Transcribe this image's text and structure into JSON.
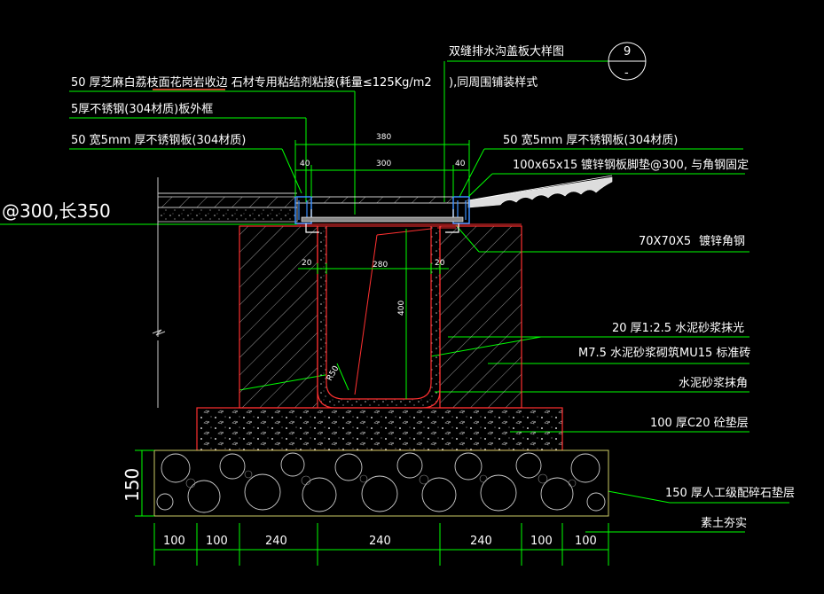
{
  "drawing": {
    "callout_title": "双缝排水沟盖板大样图",
    "callout_title_2": "),同周围铺装样式",
    "callout_number": "9",
    "callout_sub": "-"
  },
  "notes": {
    "stone_edge": "50 厚芝麻白荔枝面花岗岩收边 石材专用粘结剂粘接(耗量≤125Kg/m2",
    "steel_frame": "5厚不锈钢(304材质)板外框",
    "steel_plate_left": "50 宽5mm 厚不锈钢板(304材质)",
    "steel_plate_right": "50 宽5mm 厚不锈钢板(304材质)",
    "base_plate": "100x65x15",
    "base_plate_desc": "镀锌钢板脚垫@300, 与角钢固定",
    "spacing": "@300,长350",
    "angle_steel": "70X70X5",
    "angle_steel_desc": "镀锌角钢",
    "mortar_finish": "20 厚1:2.5 水泥砂浆抹光",
    "brick": "M7.5 水泥砂浆砌筑MU15 标准砖",
    "mortar_corner": "水泥砂浆抹角",
    "concrete": "100 厚C20 砼垫层",
    "gravel": "150 厚人工级配碎石垫层",
    "soil": "素土夯实"
  },
  "dims": {
    "top_total": "380",
    "top_inner": "300",
    "top_left": "40",
    "top_right": "40",
    "wall_plaster": "20",
    "channel_width": "280",
    "channel_depth": "400",
    "corner_radius": "R50",
    "gravel_height": "150",
    "bottom": [
      "100",
      "100",
      "240",
      "240",
      "240",
      "100",
      "100"
    ]
  },
  "colors": {
    "dim_line": "#00ff00",
    "wall": "#ff3030",
    "steel": "#3a8fff",
    "hatch": "#cfcfcf",
    "leader": "#00ff00",
    "gravel_fill": "#cccc66"
  }
}
